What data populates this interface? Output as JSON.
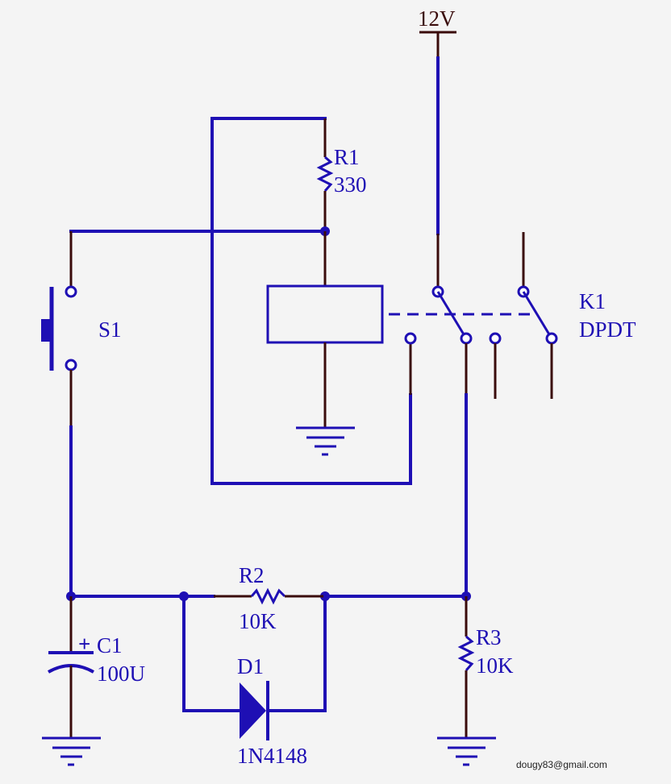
{
  "power": {
    "vcc_label": "12V"
  },
  "components": {
    "r1": {
      "ref": "R1",
      "value": "330"
    },
    "r2": {
      "ref": "R2",
      "value": "10K"
    },
    "r3": {
      "ref": "R3",
      "value": "10K"
    },
    "c1": {
      "ref": "C1",
      "value": "100U",
      "polarity": "+"
    },
    "d1": {
      "ref": "D1",
      "value": "1N4148"
    },
    "s1": {
      "ref": "S1"
    },
    "k1": {
      "ref": "K1",
      "value": "DPDT"
    }
  },
  "credit": "dougy83@gmail.com",
  "colors": {
    "wire": "#1e0fb4",
    "lead": "#3a0b0b",
    "background": "#f4f4f4"
  }
}
